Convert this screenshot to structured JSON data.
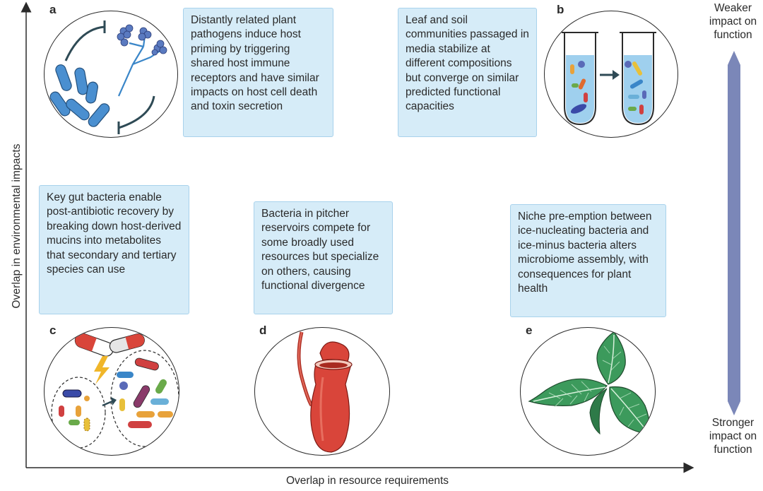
{
  "axes": {
    "x_label": "Overlap in resource requirements",
    "y_label": "Overlap in environmental impacts"
  },
  "scale": {
    "top_label": "Weaker impact on function",
    "bottom_label": "Stronger impact on function",
    "color": "#7b87b8"
  },
  "panels": {
    "a": {
      "letter": "a",
      "text": "Distantly related plant pathogens induce host priming by triggering shared host immune receptors and have similar impacts on host cell death and toxin secretion"
    },
    "b": {
      "letter": "b",
      "text": "Leaf and soil communities passaged in media stabilize at different compositions but converge on similar predicted functional capacities"
    },
    "c": {
      "letter": "c",
      "text": "Key gut bacteria enable post-antibiotic recovery by breaking down host-derived mucins into metabolites that secondary and tertiary species can use"
    },
    "d": {
      "letter": "d",
      "text": "Bacteria in pitcher reservoirs compete for some broadly used resources but specialize on others, causing functional divergence"
    },
    "e": {
      "letter": "e",
      "text": "Niche pre-emption between ice-nucleating bacteria and ice-minus bacteria alters microbiome assembly, with consequences for plant health"
    }
  },
  "colors": {
    "box_fill": "#d6ecf8",
    "box_border": "#a8d2ec",
    "bacteria_blue": "#4a8fd0",
    "pitcher_red": "#d9453a",
    "leaf_green": "#3c9a5c"
  }
}
